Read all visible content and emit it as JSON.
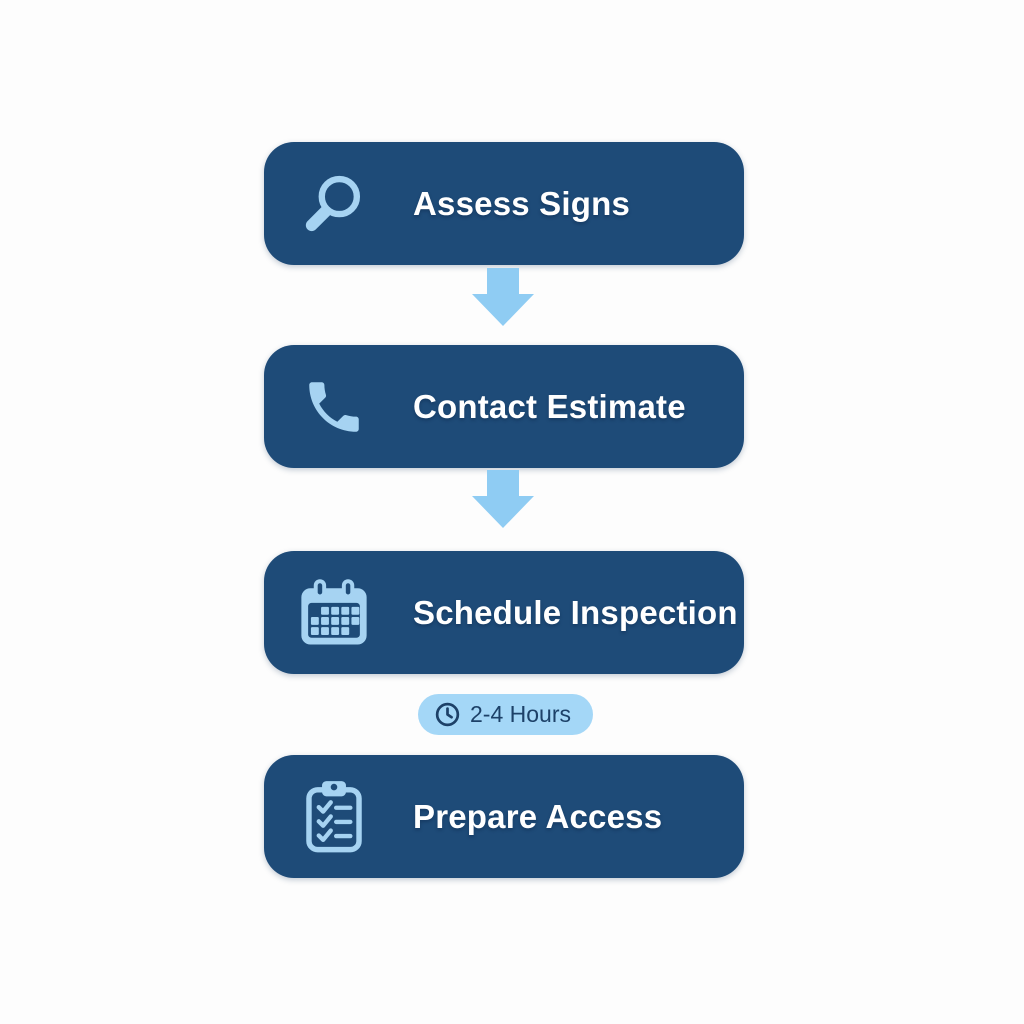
{
  "page": {
    "background_color": "#fdfdfd",
    "type": "process-flowchart"
  },
  "colors": {
    "box_background": "#1e4b78",
    "box_text": "#ffffff",
    "icon_blue": "#a6d3f2",
    "arrow_blue": "#8fccf3",
    "badge_background": "#a4d7f7",
    "badge_text": "#1d4168"
  },
  "flow": {
    "steps": [
      {
        "label": "Assess Signs",
        "icon": "magnifier-icon"
      },
      {
        "label": "Contact Estimate",
        "icon": "phone-icon"
      },
      {
        "label": "Schedule Inspection",
        "icon": "calendar-icon"
      },
      {
        "label": "Prepare Access",
        "icon": "clipboard-checklist-icon"
      }
    ],
    "connectors": [
      {
        "type": "arrow-down",
        "between": [
          0,
          1
        ]
      },
      {
        "type": "arrow-down",
        "between": [
          1,
          2
        ]
      },
      {
        "type": "duration-badge",
        "between": [
          2,
          3
        ],
        "label": "2-4 Hours",
        "icon": "clock-icon"
      }
    ]
  }
}
